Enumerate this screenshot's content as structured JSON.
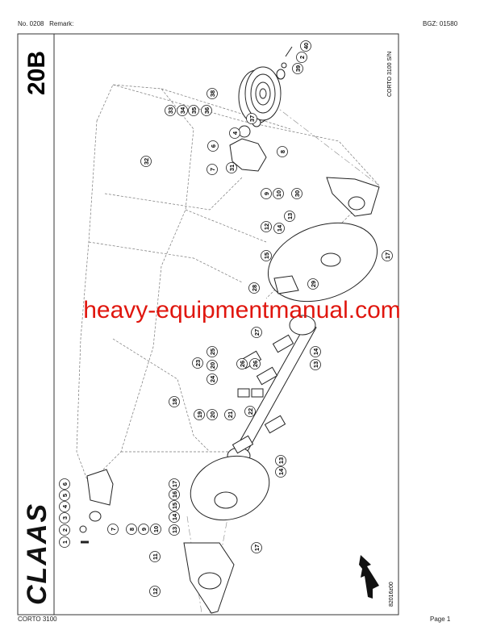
{
  "header": {
    "number": "No. 0208",
    "remark_label": "Remark:",
    "bgz": "BGZ: 01580"
  },
  "footer": {
    "model": "CORTO 3100",
    "page": "Page 1"
  },
  "diagram": {
    "group_code": "20B",
    "model_sn": "CORTO 3100 S/N",
    "drawing_id": "82016z00",
    "logo": "CLAAS",
    "callouts": [
      "40",
      "2",
      "39",
      "38",
      "37",
      "36",
      "35",
      "34",
      "33",
      "4",
      "6",
      "8",
      "32",
      "31",
      "7",
      "9",
      "10",
      "30",
      "12",
      "13",
      "14",
      "15",
      "17",
      "28",
      "29",
      "27",
      "25",
      "20",
      "24",
      "23",
      "26",
      "26",
      "18",
      "19",
      "20",
      "21",
      "22",
      "14",
      "13",
      "14",
      "13",
      "6",
      "5",
      "4",
      "3",
      "2",
      "1",
      "7",
      "8",
      "9",
      "10",
      "17",
      "16",
      "15",
      "14",
      "13",
      "11",
      "12",
      "17"
    ]
  },
  "watermark": "heavy-equipmentmanual.com"
}
